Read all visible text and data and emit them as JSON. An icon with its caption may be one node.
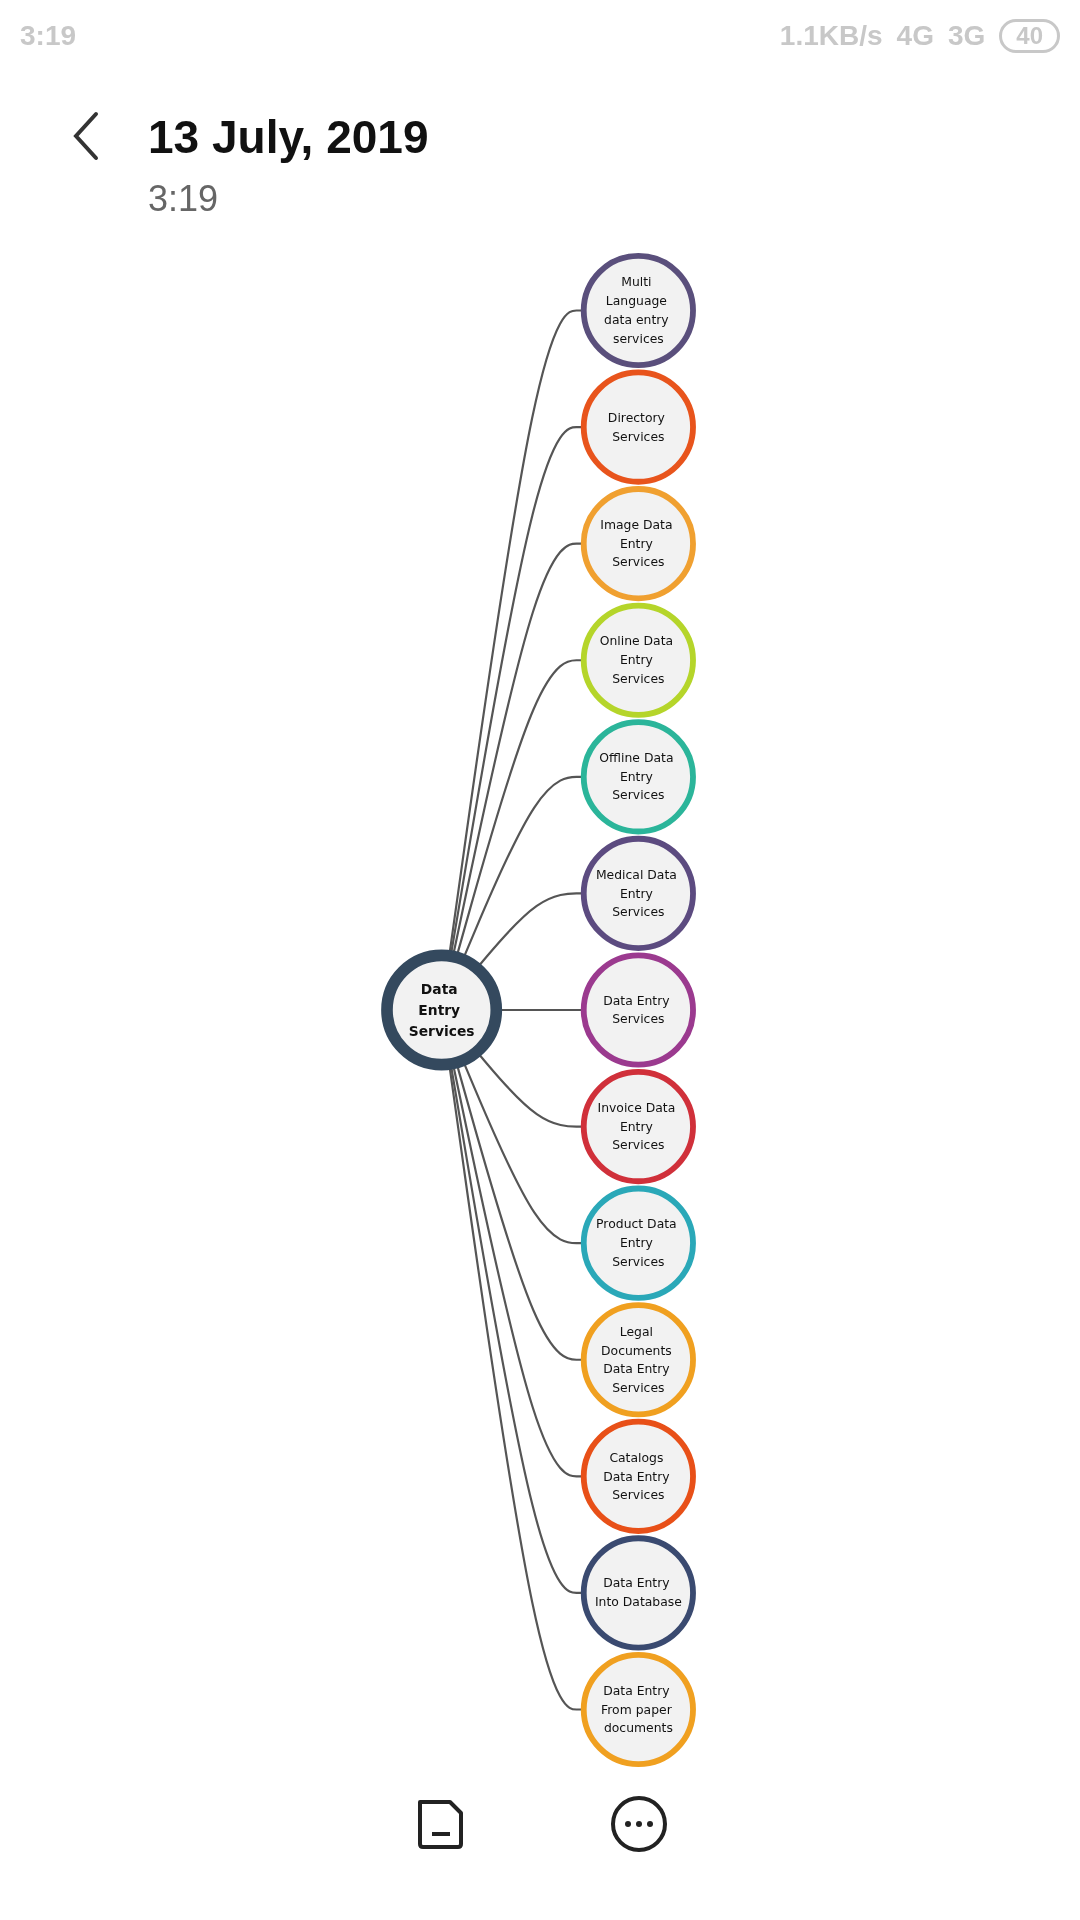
{
  "diagram": {
    "nodes": [
      {
        "text": [
          "Data Entry Services"
        ]
      },
      {
        "text": [
          "Multi Language data entry services"
        ]
      },
      {
        "text": [
          "Directory Services"
        ]
      },
      {
        "text": [
          "Image Data Entry Services"
        ]
      },
      {
        "text": [
          "Online Data Entry Services"
        ]
      },
      {
        "text": [
          "Offline Data Entry Services"
        ]
      },
      {
        "text": [
          "Medical Data Entry Services"
        ]
      },
      {
        "text": [
          "Data Entry Services"
        ]
      },
      {
        "text": [
          "Invoice Data Entry Services"
        ]
      },
      {
        "text": [
          "Product Data Entry Services"
        ]
      },
      {
        "text": [
          "Legal Documents Data Entry Services"
        ]
      },
      {
        "text": [
          "Catalogs Data Entry Services"
        ]
      },
      {
        "text": [
          "Data Entry Into Database"
        ]
      },
      {
        "text": [
          "Data Entry From paper documents"
        ]
      }
    ],
    "edges": [
      {
        "from": 0,
        "to": 1,
        "arrow": "none"
      },
      {
        "from": 0,
        "to": 2,
        "arrow": "none"
      },
      {
        "from": 0,
        "to": 3,
        "arrow": "none"
      },
      {
        "from": 0,
        "to": 4,
        "arrow": "none"
      },
      {
        "from": 0,
        "to": 5,
        "arrow": "none"
      },
      {
        "from": 0,
        "to": 6,
        "arrow": "none"
      },
      {
        "from": 0,
        "to": 7,
        "arrow": "none"
      },
      {
        "from": 0,
        "to": 8,
        "arrow": "none"
      },
      {
        "from": 0,
        "to": 9,
        "arrow": "none"
      },
      {
        "from": 0,
        "to": 10,
        "arrow": "none"
      },
      {
        "from": 0,
        "to": 11,
        "arrow": "none"
      },
      {
        "from": 0,
        "to": 12,
        "arrow": "none"
      },
      {
        "from": 0,
        "to": 13,
        "arrow": "none"
      }
    ],
    "labels": [
      "3:19",
      "1.1KB/s",
      "4G",
      "3G",
      "40",
      "13 July, 2019",
      "3:19"
    ]
  }
}
